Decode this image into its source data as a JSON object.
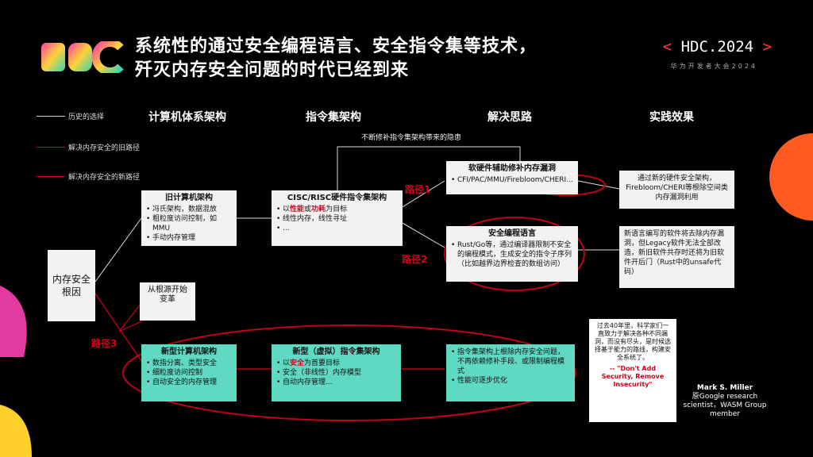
{
  "header": {
    "title_line1": "系统性的通过安全编程语言、安全指令集等技术，",
    "title_line2": "歼灭内存安全问题的时代已经到来",
    "brand": "HDC.2024",
    "brand_left": "<",
    "brand_right": ">",
    "brand_sub": "华为开发者大会2024"
  },
  "legend": [
    {
      "label": "历史的选择",
      "color": "#cccccc"
    },
    {
      "label": "解决内存安全的旧路径",
      "color": "#d6001c"
    },
    {
      "label": "解决内存安全的新路径",
      "color": "#d6001c"
    }
  ],
  "columns": [
    "计算机体系架构",
    "指令集架构",
    "解决思路",
    "实践效果"
  ],
  "root": {
    "label": "内存安全\n根因"
  },
  "callout": "从根源开始变革",
  "top_note": "不断修补指令集架构带来的隐患",
  "paths": [
    "路径1",
    "路径2",
    "路径3"
  ],
  "old_arch": {
    "title": "旧计算机架构",
    "items": [
      "冯氏架构，数据混放",
      "粗粒度访问控制，如MMU",
      "手动内存管理"
    ]
  },
  "cisc": {
    "title": "CISC/RISC硬件指令集架构",
    "item1_pre": "以",
    "item1_red": "性能",
    "item1_mid": "或",
    "item1_red2": "功耗",
    "item1_post": "为目标",
    "items": [
      "线性内存，线性寻址",
      "..."
    ]
  },
  "sw_hw": {
    "title": "软硬件辅助修补内存漏洞",
    "items": [
      "CFI/PAC/MMU/Firebloom/CHERI..."
    ]
  },
  "safe_lang": {
    "title": "安全编程语言",
    "items": [
      "Rust/Go等，通过编译器限制不安全的编程模式，生成安全的指令子序列（比如越界边界检查的数组访问）"
    ]
  },
  "result1": "通过新的硬件安全架构，Firebloom/CHERI等根除空间类内存漏洞利用",
  "result2": "新语言编写的软件将去除内存漏洞，但Legacy软件无法全部改造，新旧软件共存时还将为旧软件开后门（Rust中的unsafe代码）",
  "new_arch": {
    "title": "新型计算机架构",
    "items": [
      "数指分离、类型安全",
      "细粒度访问控制",
      "自动安全的内存管理"
    ]
  },
  "new_isa": {
    "title": "新型（虚拟）指令集架构",
    "item1_pre": "以",
    "item1_red": "安全",
    "item1_post": "为首要目标",
    "items": [
      "安全（非线性）内存模型",
      "自动内存管理..."
    ]
  },
  "new_solution": {
    "items": [
      "指令集架构上根除内存安全问题，不再依赖修补手段、或限制编程模式",
      "性能可逐步优化"
    ]
  },
  "quote": {
    "text": "过去40年里，科学家们一直致力于解决各种不同漏洞，而没有尽头，是时候选择基于能力的路线，构建安全系统了。",
    "en": "-- \"Don't Add Security, Remove Insecurity\""
  },
  "speaker": {
    "name": "Mark S. Miller",
    "role": "原Google research scientist，WASM Group member"
  }
}
